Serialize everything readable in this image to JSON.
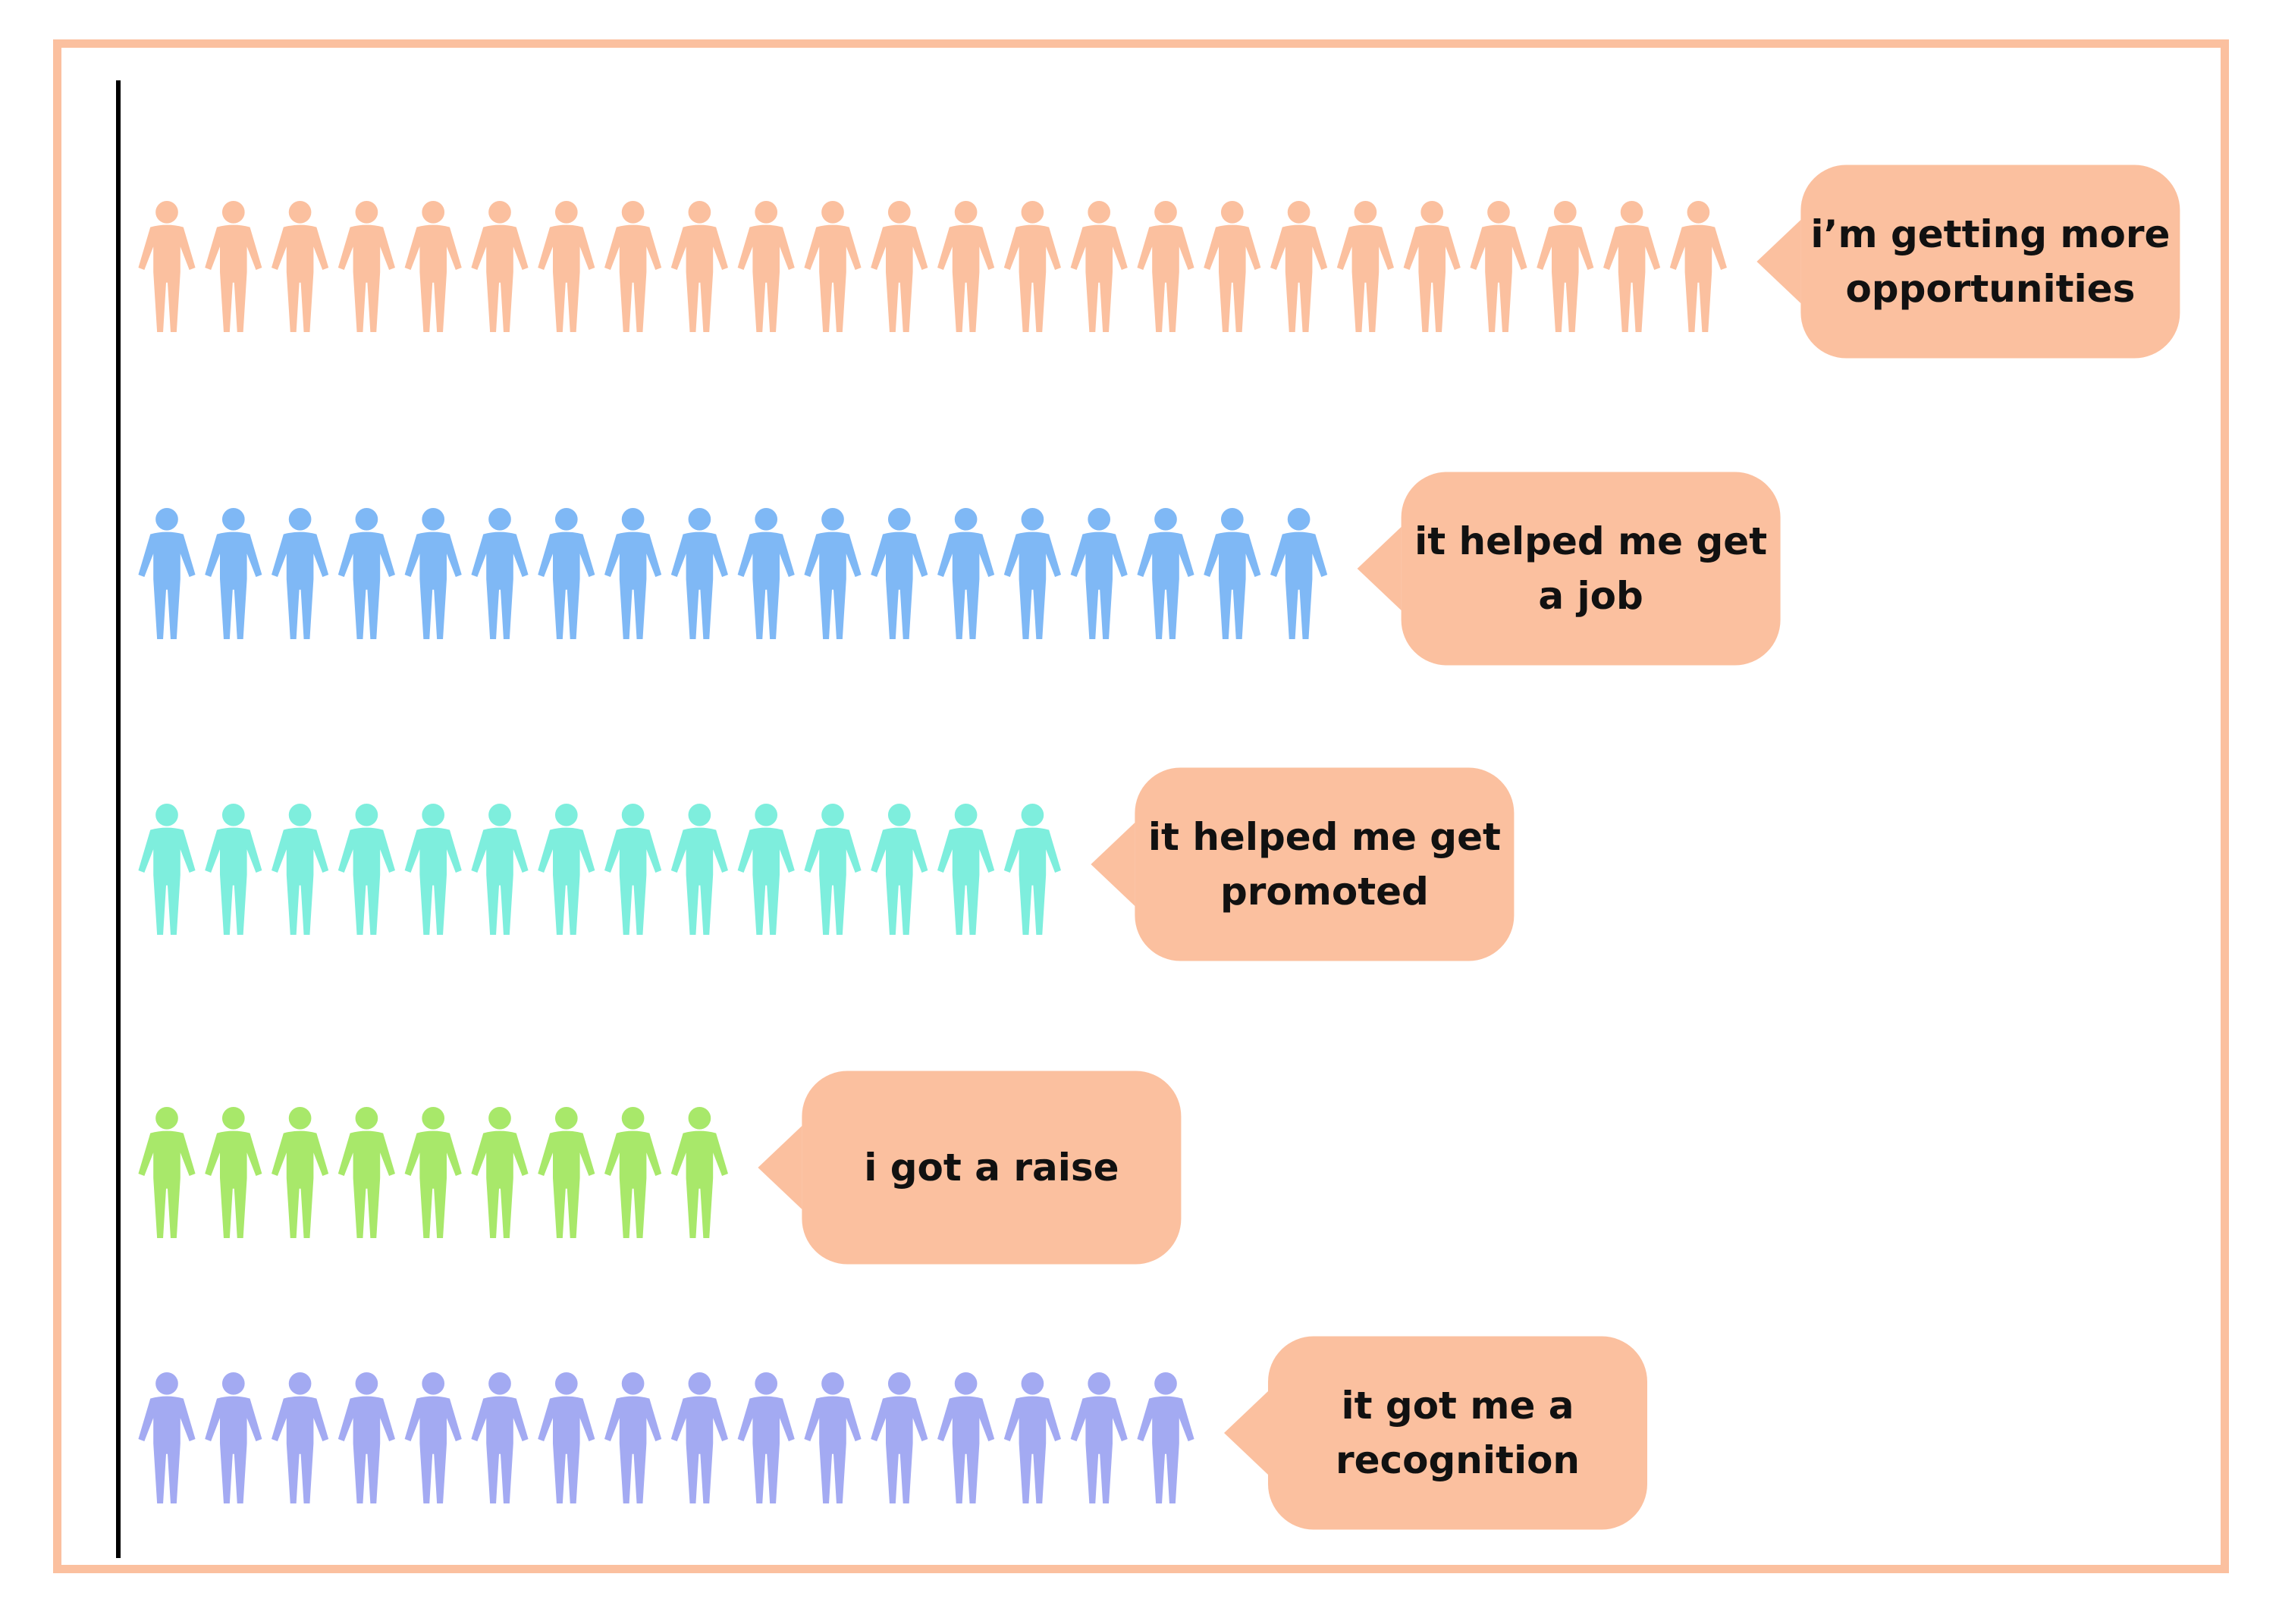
{
  "chart_data": {
    "type": "bar",
    "style": "pictograph",
    "axis_line": true,
    "bubble_color": "#fbc09f",
    "frame_color": "#fbc09f",
    "categories": [
      [
        "i’m getting more",
        "opportunities"
      ],
      [
        "it helped me get",
        "a job"
      ],
      [
        "it helped me get",
        "promoted"
      ],
      [
        "i got a raise"
      ],
      [
        "it got me a",
        "recognition"
      ]
    ],
    "values": [
      24,
      18,
      14,
      9,
      16
    ],
    "colors": [
      "#fbc09f",
      "#7fb8f5",
      "#7eeedd",
      "#a8e86a",
      "#a3aaf2"
    ]
  }
}
